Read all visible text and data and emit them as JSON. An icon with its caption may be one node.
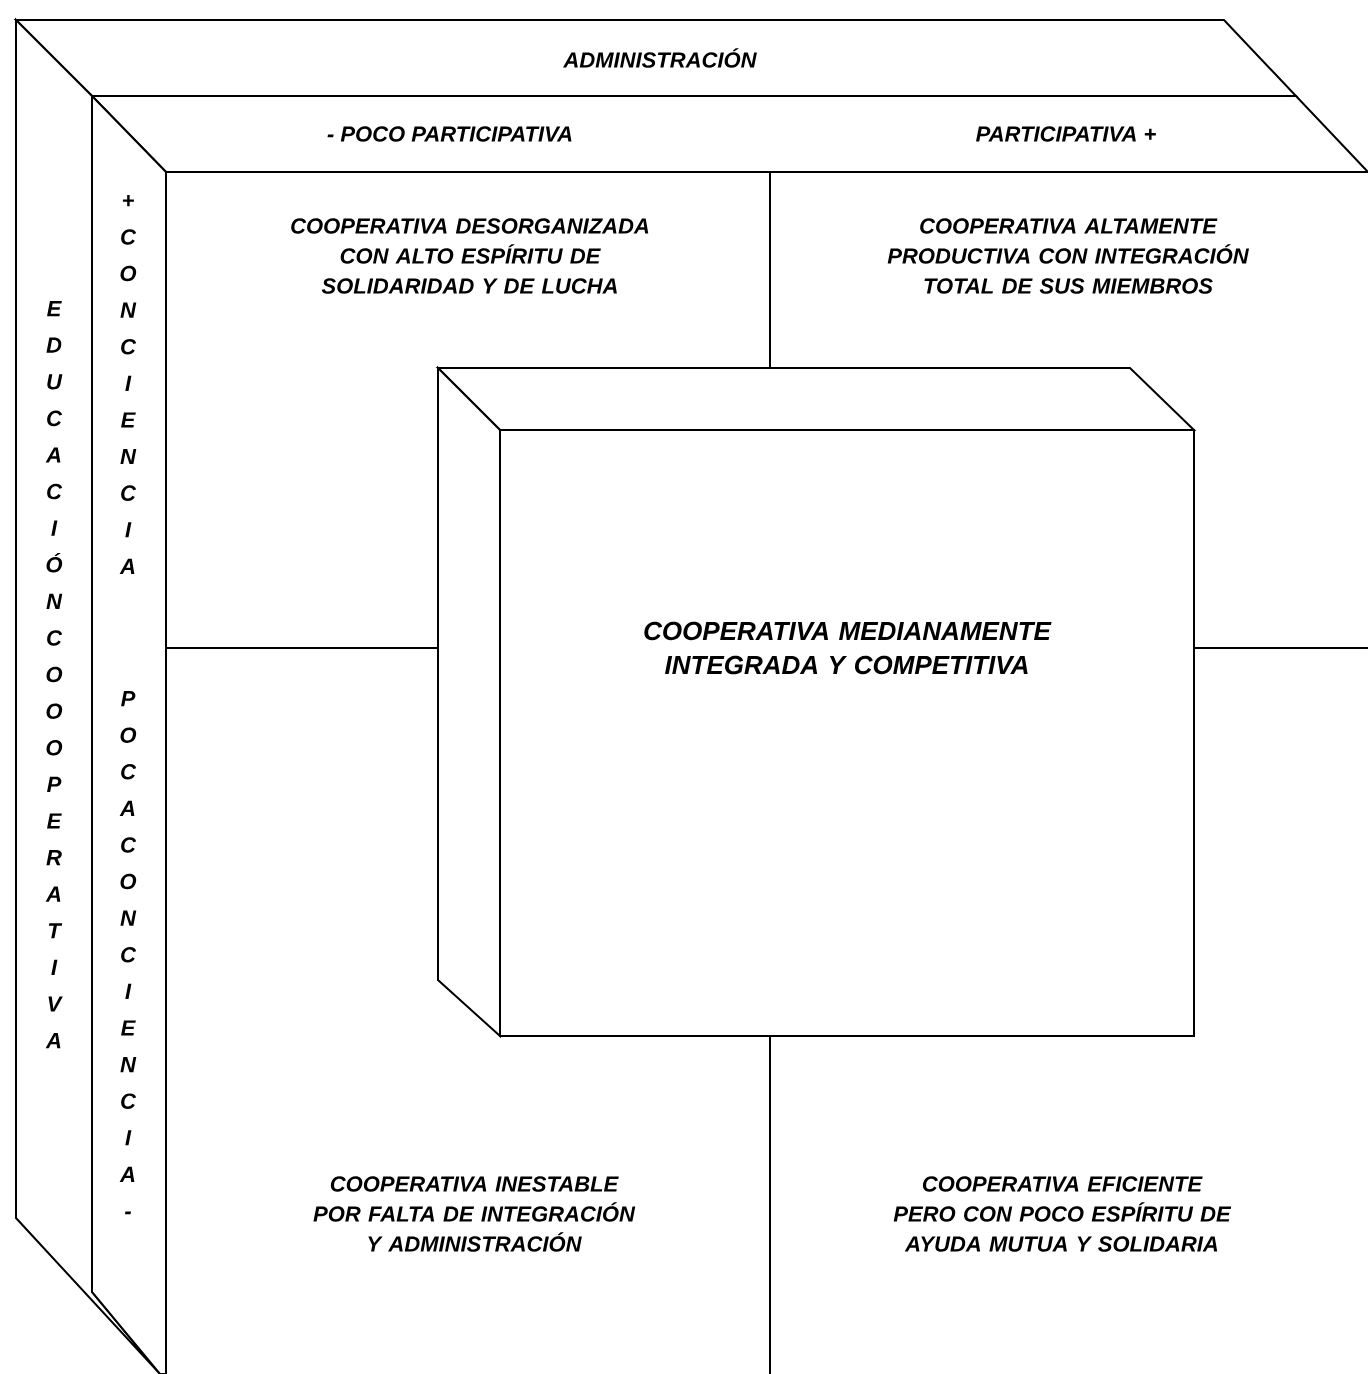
{
  "diagram": {
    "nodes": [
      {
        "text": [
          "ADMINISTRACIÓN"
        ]
      },
      {
        "text": [
          "- POCO PARTICIPATIVA",
          "PARTICIPATIVA +"
        ]
      },
      {
        "text": [
          "EDUCACIÓN COOOPERATIVA"
        ]
      },
      {
        "text": [
          "+ CONCIENCIA",
          "POCA CONCIENCIA -"
        ]
      },
      {
        "text": [
          "COOPERATIVA MEDIANAMENTE INTEGRADA Y COMPETITIVA"
        ]
      }
    ],
    "edges": [],
    "labels": [
      "COOPERATIVA DESORGANIZADA CON ALTO ESPÍRITU DE SOLIDARIDAD Y DE LUCHA",
      "COOPERATIVA ALTAMENTE PRODUCTIVA CON INTEGRACIÓN TOTAL DE SUS MIEMBROS",
      "COOPERATIVA INESTABLE POR FALTA DE INTEGRACIÓN Y ADMINISTRACIÓN",
      "COOPERATIVA EFICIENTE PERO CON POCO ESPÍRITU DE AYUDA MUTUA Y SOLIDARIA"
    ]
  }
}
